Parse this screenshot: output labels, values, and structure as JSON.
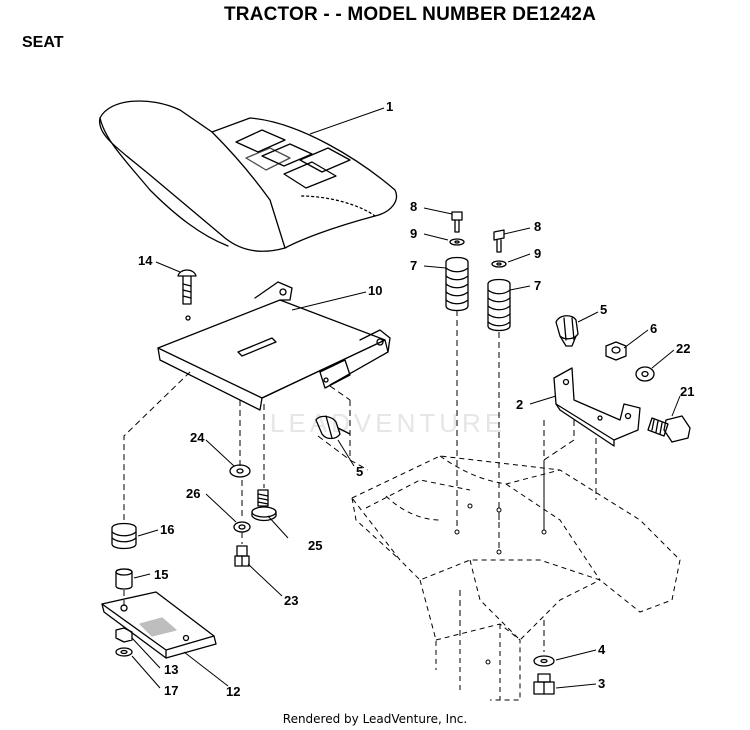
{
  "title": "TRACTOR - - MODEL NUMBER DE1242A",
  "section": "SEAT",
  "footer": "Rendered by LeadVenture, Inc.",
  "watermark": "LEADVENTURE",
  "callouts": {
    "c1": "1",
    "c2": "2",
    "c3": "3",
    "c4": "4",
    "c5a": "5",
    "c5b": "5",
    "c6": "6",
    "c7a": "7",
    "c7b": "7",
    "c8a": "8",
    "c8b": "8",
    "c9a": "9",
    "c9b": "9",
    "c10": "10",
    "c12": "12",
    "c13": "13",
    "c14": "14",
    "c15": "15",
    "c16": "16",
    "c17": "17",
    "c21": "21",
    "c22": "22",
    "c23": "23",
    "c24": "24",
    "c25": "25",
    "c26": "26"
  }
}
